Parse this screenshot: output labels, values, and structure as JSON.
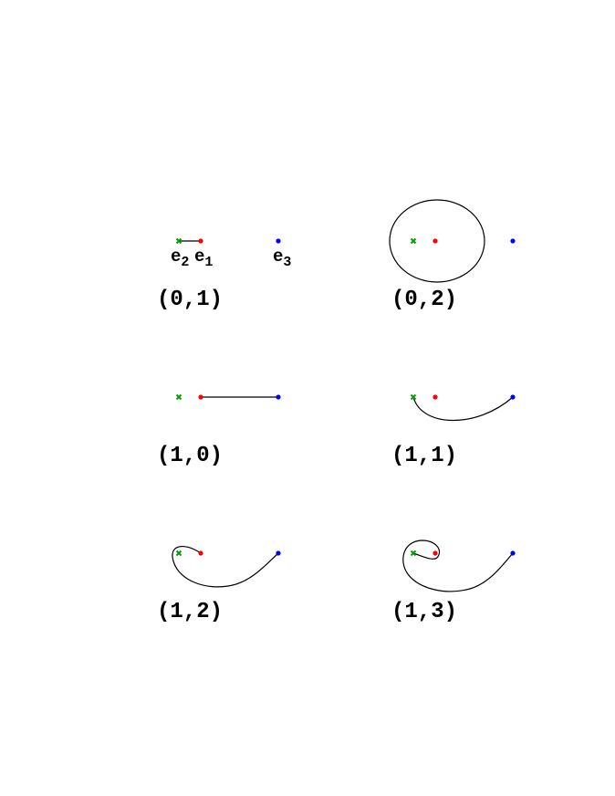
{
  "colors": {
    "e1": "#ff0000",
    "e2": "#00a000",
    "e3": "#0000ff",
    "curve": "#000000"
  },
  "point_labels": {
    "e1": {
      "base": "e",
      "sub": "1"
    },
    "e2": {
      "base": "e",
      "sub": "2"
    },
    "e3": {
      "base": "e",
      "sub": "3"
    }
  },
  "panels": [
    {
      "label": "(0,1)"
    },
    {
      "label": "(0,2)"
    },
    {
      "label": "(1,0)"
    },
    {
      "label": "(1,1)"
    },
    {
      "label": "(1,2)"
    },
    {
      "label": "(1,3)"
    }
  ]
}
